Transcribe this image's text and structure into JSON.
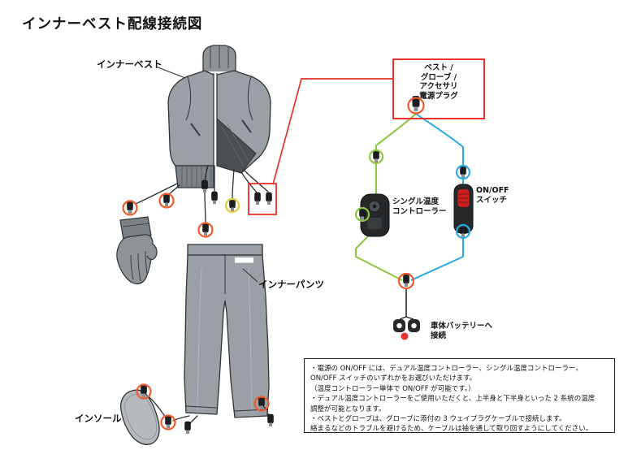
{
  "title": "インナーベスト配線接続図",
  "labels": {
    "vest": "インナーベスト",
    "pants": "インナーパンツ",
    "insole": "インソール",
    "power_plug_box": "ベスト /\nグローブ /\nアクセサリ\n電源プラグ",
    "single_controller": "シングル温度\nコントローラー",
    "onoff_switch": "ON/OFF\nスイッチ",
    "battery": "車体バッテリーへ\n接続"
  },
  "notes": "・電源の ON/OFF には、デュアル温度コントローラー、シングル温度コントローラー、\nON/OFF スイッチのいずれかをお選びいただけます。\n（温度コントローラー単体で ON/OFF が可能です。）\n・デュアル温度コントローラーをご使用いただくと、上半身と下半身といった 2 系統の温度\n調整が可能となります。\n・ベストとグローブは、グローブに添付の 3 ウェイプラグケーブルで接続します。\n絡まるなどのトラブルを避けるため、ケーブルは袖を通して取り回すようにしてください。",
  "colors": {
    "red": "#e8312a",
    "orange": "#f1592a",
    "green": "#8dc63f",
    "blue": "#29abe2",
    "yellow": "#e0ce3e",
    "garment_gray": "#9aa0a5",
    "device_black": "#26282a",
    "outline": "#2f3337"
  }
}
